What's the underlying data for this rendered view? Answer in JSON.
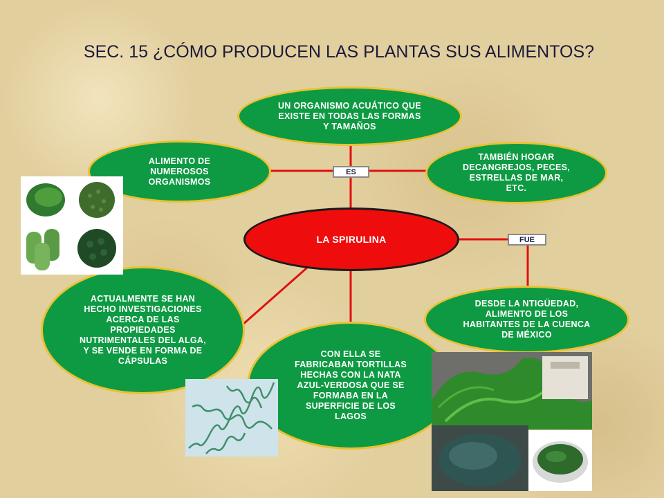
{
  "title": "SEC.  15  ¿CÓMO PRODUCEN LAS PLANTAS SUS ALIMENTOS?",
  "center": "LA SPIRULINA",
  "connectors": {
    "es": "ES",
    "fue": "FUE"
  },
  "nodes": {
    "organismo_acuatico": "UN ORGANISMO ACUÁTICO QUE EXISTE EN TODAS LAS FORMAS Y TAMAÑOS",
    "alimento_organismos": "ALIMENTO DE NUMEROSOS ORGANISMOS",
    "hogar": "TAMBIÉN HOGAR DECANGREJOS, PECES, ESTRELLAS DE MAR, ETC.",
    "investigaciones": "ACTUALMENTE SE HAN HECHO INVESTIGACIONES ACERCA DE LAS PROPIEDADES NUTRIMENTALES DEL ALGA, Y SE VENDE EN FORMA DE CÁPSULAS",
    "tortillas": "CON ELLA SE FABRICABAN TORTILLAS HECHAS CON LA NATA AZUL-VERDOSA QUE SE FORMABA EN LA SUPERFICIE DE LOS LAGOS",
    "antiguedad": "DESDE LA NTIGÜEDAD, ALIMENTO DE LOS HABITANTES DE LA CUENCA DE MÉXICO"
  },
  "colors": {
    "node_fill": "#0e9a43",
    "node_border": "#e9c233",
    "center_fill": "#ee0c0c",
    "line": "#e01010"
  }
}
